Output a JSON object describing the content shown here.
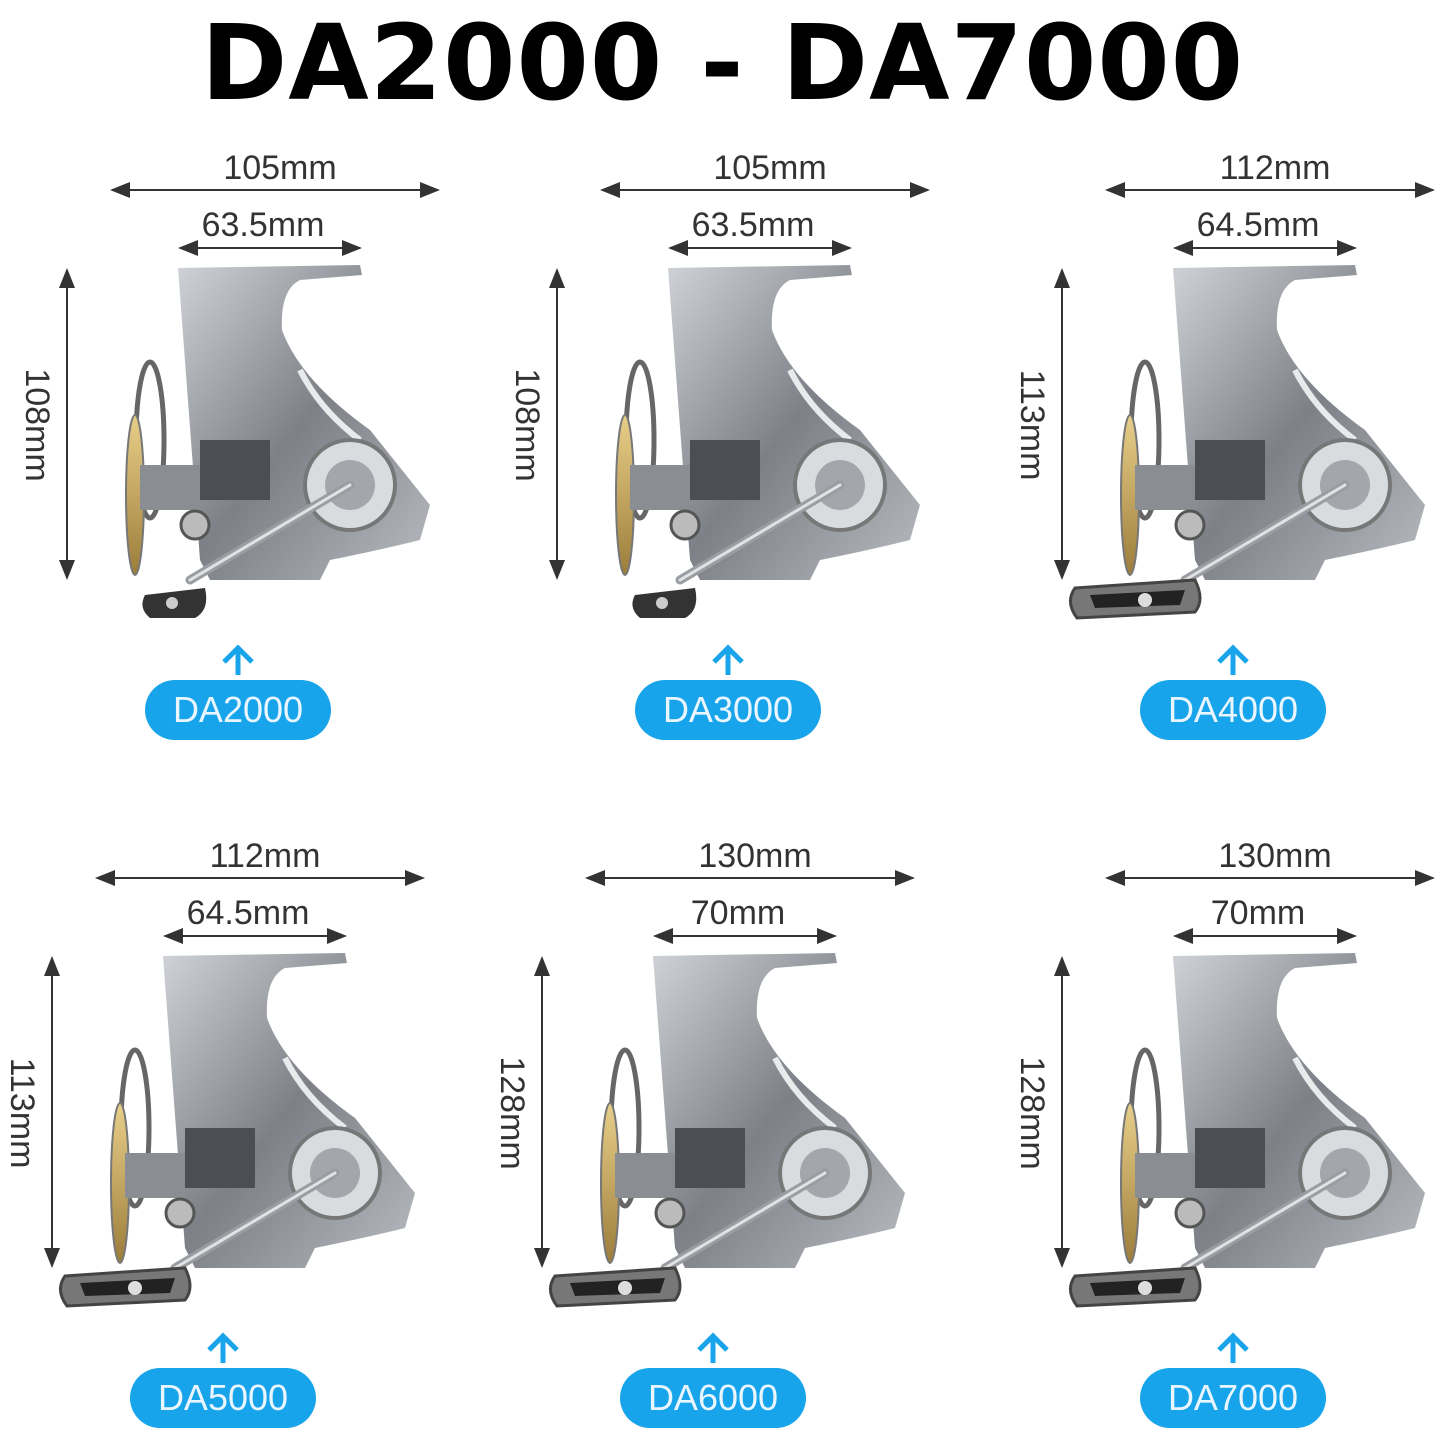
{
  "title": "DA2000 - DA7000",
  "accent_color": "#18a4ea",
  "models": [
    {
      "name": "DA2000",
      "width": "105mm",
      "inner_width": "63.5mm",
      "height": "108mm",
      "handle": "round-knob"
    },
    {
      "name": "DA3000",
      "width": "105mm",
      "inner_width": "63.5mm",
      "height": "108mm",
      "handle": "round-knob"
    },
    {
      "name": "DA4000",
      "width": "112mm",
      "inner_width": "64.5mm",
      "height": "113mm",
      "handle": "t-knob"
    },
    {
      "name": "DA5000",
      "width": "112mm",
      "inner_width": "64.5mm",
      "height": "113mm",
      "handle": "t-knob"
    },
    {
      "name": "DA6000",
      "width": "130mm",
      "inner_width": "70mm",
      "height": "128mm",
      "handle": "t-knob"
    },
    {
      "name": "DA7000",
      "width": "130mm",
      "inner_width": "70mm",
      "height": "128mm",
      "handle": "t-knob"
    }
  ]
}
